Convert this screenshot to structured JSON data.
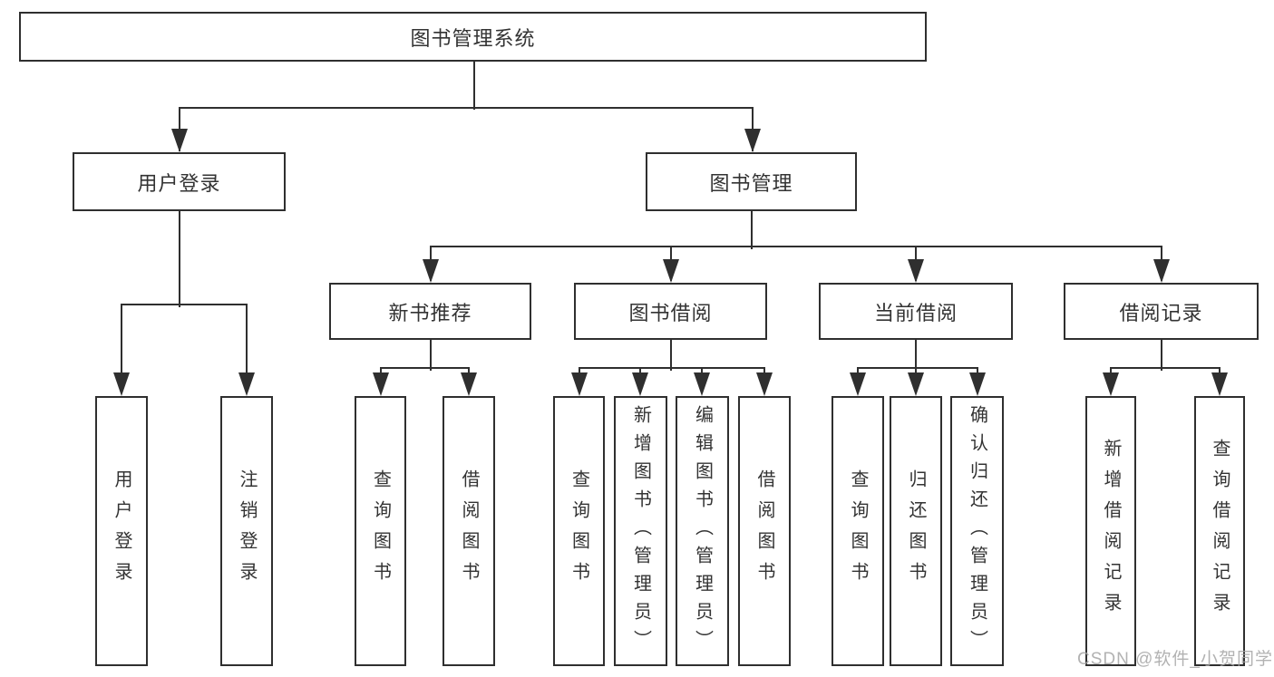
{
  "diagram": {
    "type": "tree",
    "root": {
      "label": "图书管理系统"
    },
    "level2": [
      {
        "label": "用户登录"
      },
      {
        "label": "图书管理"
      }
    ],
    "level3": [
      {
        "label": "新书推荐"
      },
      {
        "label": "图书借阅"
      },
      {
        "label": "当前借阅"
      },
      {
        "label": "借阅记录"
      }
    ],
    "leaves": {
      "user_login": [
        {
          "label": "用户登录"
        },
        {
          "label": "注销登录"
        }
      ],
      "new_book": [
        {
          "label": "查询图书"
        },
        {
          "label": "借阅图书"
        }
      ],
      "book_borrow": [
        {
          "label": "查询图书"
        },
        {
          "label": "新增图书（管理员）"
        },
        {
          "label": "编辑图书（管理员）"
        },
        {
          "label": "借阅图书"
        }
      ],
      "current_borrow": [
        {
          "label": "查询图书"
        },
        {
          "label": "归还图书"
        },
        {
          "label": "确认归还（管理员）"
        }
      ],
      "borrow_records": [
        {
          "label": "新增借阅记录"
        },
        {
          "label": "查询借阅记录"
        }
      ]
    },
    "watermark": "CSDN @软件_小贺同学",
    "colors": {
      "line": "#2f2f2f",
      "text": "#333333",
      "background": "#ffffff",
      "watermark": "#a5a5a5"
    }
  }
}
